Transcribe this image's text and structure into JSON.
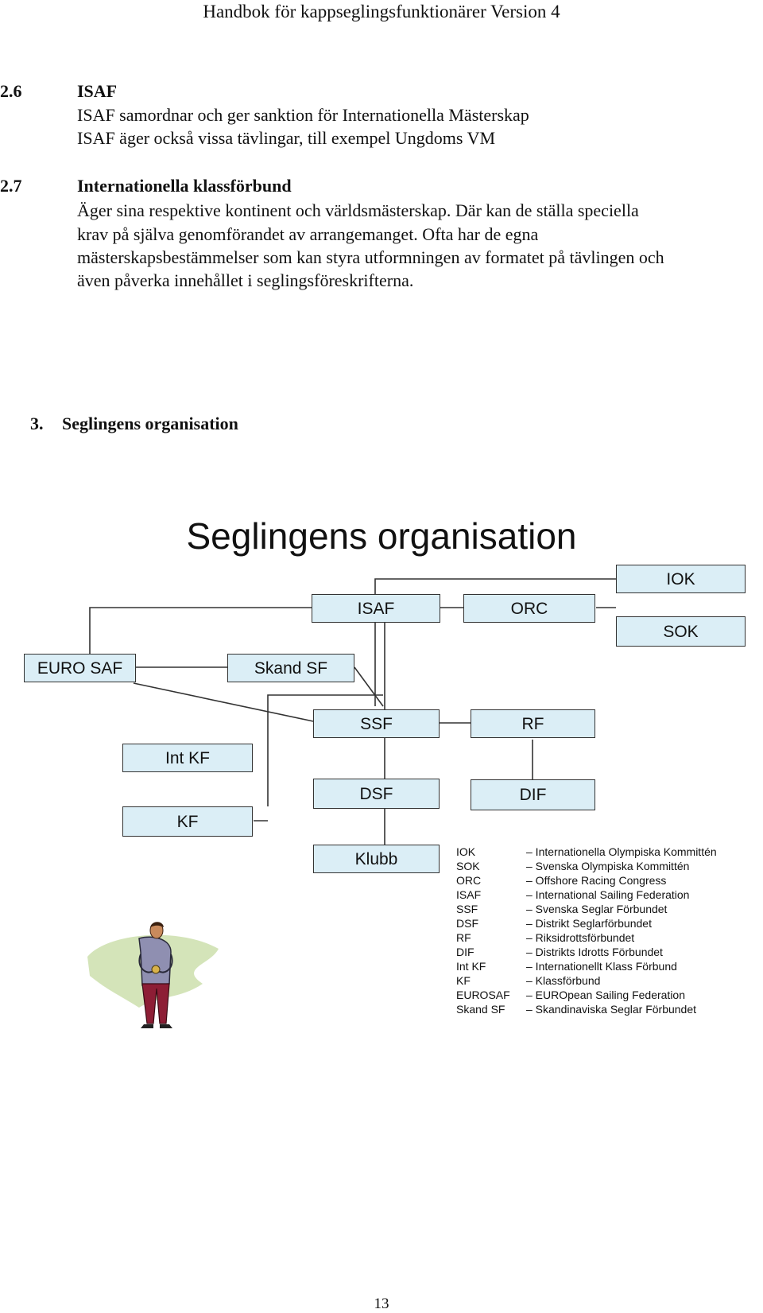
{
  "header": {
    "title": "Handbok för kappseglingsfunktionärer Version 4"
  },
  "sections": {
    "s26": {
      "number": "2.6",
      "title": "ISAF",
      "lines": [
        "ISAF samordnar och ger sanktion för Internationella Mästerskap",
        "ISAF äger också vissa tävlingar, till exempel Ungdoms VM"
      ]
    },
    "s27": {
      "number": "2.7",
      "title": "Internationella klassförbund",
      "lines": [
        "Äger sina respektive kontinent och världsmästerskap. Där kan de ställa speciella",
        "krav på själva genomförandet av arrangemanget. Ofta har de egna",
        "mästerskapsbestämmelser som kan styra utformningen av formatet på tävlingen och",
        "även påverka innehållet i seglingsföreskrifterna."
      ]
    },
    "s3": {
      "number": "3.",
      "title": "Seglingens organisation"
    }
  },
  "diagram": {
    "title": "Seglingens organisation",
    "boxes": {
      "isaf": "ISAF",
      "orc": "ORC",
      "iok": "IOK",
      "sok": "SOK",
      "eurosaf": "EURO SAF",
      "skandsf": "Skand SF",
      "ssf": "SSF",
      "rf": "RF",
      "intkf": "Int KF",
      "dsf": "DSF",
      "dif": "DIF",
      "kf": "KF",
      "klubb": "Klubb"
    },
    "legend": [
      {
        "abbr": "IOK",
        "desc": "– Internationella Olympiska Kommittén"
      },
      {
        "abbr": "SOK",
        "desc": "– Svenska Olympiska Kommittén"
      },
      {
        "abbr": "ORC",
        "desc": "– Offshore Racing Congress"
      },
      {
        "abbr": "ISAF",
        "desc": "– International Sailing Federation"
      },
      {
        "abbr": "SSF",
        "desc": "– Svenska Seglar Förbundet"
      },
      {
        "abbr": "DSF",
        "desc": "– Distrikt Seglarförbundet"
      },
      {
        "abbr": "RF",
        "desc": "– Riksidrottsförbundet"
      },
      {
        "abbr": "DIF",
        "desc": "– Distrikts Idrotts Förbundet"
      },
      {
        "abbr": "Int KF",
        "desc": "– Internationellt Klass Förbund"
      },
      {
        "abbr": "KF",
        "desc": "– Klassförbund"
      },
      {
        "abbr": "EUROSAF",
        "desc": "– EUROpean Sailing Federation"
      },
      {
        "abbr": "Skand SF",
        "desc": "– Skandinaviska Seglar Förbundet"
      }
    ]
  },
  "footer": {
    "page_number": "13"
  },
  "colors": {
    "box_fill": "#dbeef6",
    "line": "#333333"
  }
}
